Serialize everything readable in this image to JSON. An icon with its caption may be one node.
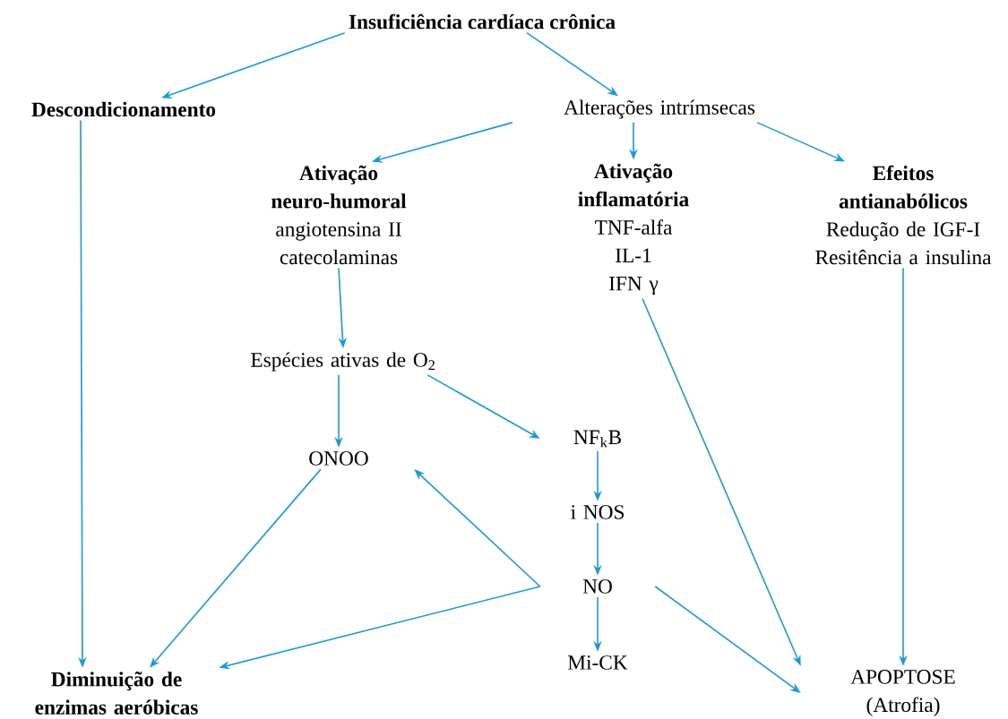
{
  "diagram": {
    "nodes": [
      {
        "text": [
          "Insuficiência cardíaca crônica"
        ]
      },
      {
        "text": [
          "Descondicionamento"
        ]
      },
      {
        "text": [
          "Alterações intrímsecas"
        ]
      },
      {
        "text": [
          "Ativação neuro-humoral",
          "angiotensina II",
          "catecolaminas"
        ]
      },
      {
        "text": [
          "Ativação inflamatória",
          "TNF-alfa",
          "IL-1",
          "IFN γ"
        ]
      },
      {
        "text": [
          "Efeitos antianabólicos",
          "Redução de IGF-I",
          "Resitência a insulina"
        ]
      },
      {
        "text": [
          "Espécies ativas de O$_{2}$"
        ]
      },
      {
        "text": [
          "ONOO"
        ]
      },
      {
        "text": [
          "NF$_{k}$B"
        ]
      },
      {
        "text": [
          "i NOS"
        ]
      },
      {
        "text": [
          "NO"
        ]
      },
      {
        "text": [
          "Mi-CK"
        ]
      },
      {
        "text": [
          "Diminuição de enzimas aeróbicas"
        ]
      },
      {
        "text": [
          "APOPTOSE",
          "(Atrofia)"
        ]
      }
    ],
    "edges": [
      {
        "from": 0,
        "to": 1,
        "arrow": "to"
      },
      {
        "from": 0,
        "to": 2,
        "arrow": "to"
      },
      {
        "from": 2,
        "to": 3,
        "arrow": "to"
      },
      {
        "from": 2,
        "to": 4,
        "arrow": "to"
      },
      {
        "from": 2,
        "to": 5,
        "arrow": "to"
      },
      {
        "from": 1,
        "to": 12,
        "arrow": "to"
      },
      {
        "from": 3,
        "to": 6,
        "arrow": "to"
      },
      {
        "from": 6,
        "to": 7,
        "arrow": "to"
      },
      {
        "from": 6,
        "to": 8,
        "arrow": "to"
      },
      {
        "from": 8,
        "to": 9,
        "arrow": "to"
      },
      {
        "from": 9,
        "to": 10,
        "arrow": "to"
      },
      {
        "from": 10,
        "to": 11,
        "arrow": "to"
      },
      {
        "from": 10,
        "to": 7,
        "arrow": "to"
      },
      {
        "from": 10,
        "to": 12,
        "arrow": "to"
      },
      {
        "from": 7,
        "to": 12,
        "arrow": "to"
      },
      {
        "from": 4,
        "to": 13,
        "arrow": "to"
      },
      {
        "from": 5,
        "to": 13,
        "arrow": "to"
      },
      {
        "from": 10,
        "to": 13,
        "arrow": "to"
      }
    ]
  }
}
